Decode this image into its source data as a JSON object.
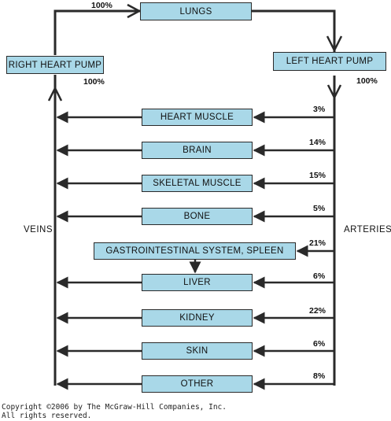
{
  "lungs": {
    "label": "LUNGS",
    "flow": "100%"
  },
  "right_pump": {
    "label": "RIGHT HEART PUMP",
    "flow": "100%"
  },
  "left_pump": {
    "label": "LEFT HEART PUMP",
    "flow": "100%"
  },
  "side_labels": {
    "veins": "VEINS",
    "arteries": "ARTERIES"
  },
  "organs": [
    {
      "label": "HEART MUSCLE",
      "percent": "3%"
    },
    {
      "label": "BRAIN",
      "percent": "14%"
    },
    {
      "label": "SKELETAL MUSCLE",
      "percent": "15%"
    },
    {
      "label": "BONE",
      "percent": "5%"
    },
    {
      "label": "GASTROINTESTINAL SYSTEM, SPLEEN",
      "percent": "21%"
    },
    {
      "label": "LIVER",
      "percent": "6%"
    },
    {
      "label": "KIDNEY",
      "percent": "22%"
    },
    {
      "label": "SKIN",
      "percent": "6%"
    },
    {
      "label": "OTHER",
      "percent": "8%"
    }
  ],
  "copyright": {
    "line1": "Copyright ©2006 by The McGraw-Hill Companies, Inc.",
    "line2": "All rights reserved."
  },
  "colors": {
    "box_fill": "#a9d8e8",
    "line": "#2a2a2a"
  }
}
